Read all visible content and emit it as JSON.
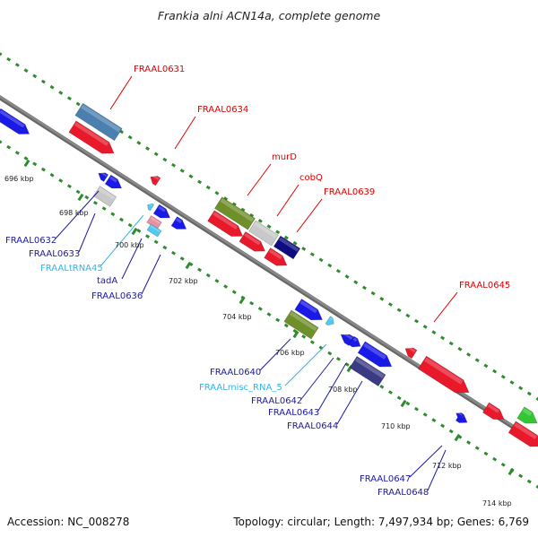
{
  "title": "Frankia alni ACN14a, complete genome",
  "footer": {
    "accession": "Accession: NC_008278",
    "topology": "Topology: circular; Length: 7,497,934 bp; Genes: 6,769"
  },
  "colors": {
    "backbone": "#888888",
    "backbone_dark": "#666666",
    "tick_dots": "#2e8b2e",
    "red": "#e8192b",
    "blue": "#1a1ae6",
    "steel_blue": "#4a7fb0",
    "olive": "#6f8f2a",
    "gray": "#c8c8c8",
    "navy": "#0d0d80",
    "slate": "#3b3b85",
    "cyan": "#4ec9f0",
    "green": "#33c533",
    "pink": "#e88fa0",
    "label_red": "#dd0000",
    "label_blue": "#1a1aa0",
    "label_cyan": "#33b5e5"
  },
  "kbp_labels": [
    "696 kbp",
    "698 kbp",
    "700 kbp",
    "702 kbp",
    "704 kbp",
    "706 kbp",
    "708 kbp",
    "710 kbp",
    "712 kbp",
    "714 kbp"
  ],
  "upper_labels": [
    "FRAAL0631",
    "FRAAL0634",
    "murD",
    "cobQ",
    "FRAAL0639",
    "FRAAL0645"
  ],
  "lower_labels": [
    "FRAAL0632",
    "FRAAL0633",
    "FRAALtRNA45",
    "tadA",
    "FRAAL0636",
    "FRAAL0640",
    "FRAALmisc_RNA_5",
    "FRAAL0642",
    "FRAAL0643",
    "FRAAL0644",
    "FRAAL0647",
    "FRAAL0648"
  ]
}
